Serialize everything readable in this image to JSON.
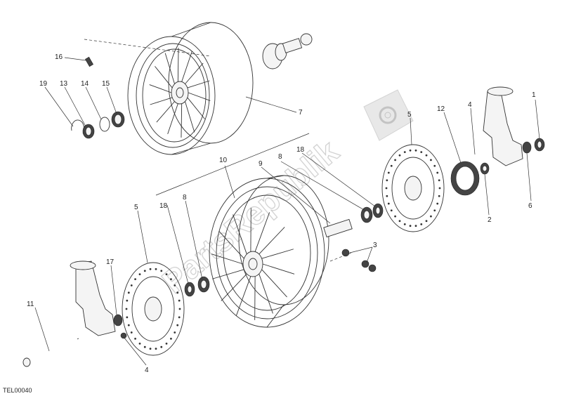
{
  "diagram": {
    "code": "TEL00040",
    "watermark": "PartsRepublik",
    "callouts": [
      {
        "id": "c1",
        "text": "1"
      },
      {
        "id": "c2",
        "text": "2"
      },
      {
        "id": "c3",
        "text": "3"
      },
      {
        "id": "c4a",
        "text": "4"
      },
      {
        "id": "c4b",
        "text": "4"
      },
      {
        "id": "c5a",
        "text": "5"
      },
      {
        "id": "c5b",
        "text": "5"
      },
      {
        "id": "c6",
        "text": "6"
      },
      {
        "id": "c7",
        "text": "7"
      },
      {
        "id": "c8a",
        "text": "8"
      },
      {
        "id": "c8b",
        "text": "8"
      },
      {
        "id": "c9",
        "text": "9"
      },
      {
        "id": "c10",
        "text": "10"
      },
      {
        "id": "c11",
        "text": "11"
      },
      {
        "id": "c12",
        "text": "12"
      },
      {
        "id": "c13",
        "text": "13"
      },
      {
        "id": "c14",
        "text": "14"
      },
      {
        "id": "c15",
        "text": "15"
      },
      {
        "id": "c16",
        "text": "16"
      },
      {
        "id": "c17",
        "text": "17"
      },
      {
        "id": "c18a",
        "text": "18"
      },
      {
        "id": "c18b",
        "text": "18"
      },
      {
        "id": "c19",
        "text": "19"
      }
    ]
  }
}
